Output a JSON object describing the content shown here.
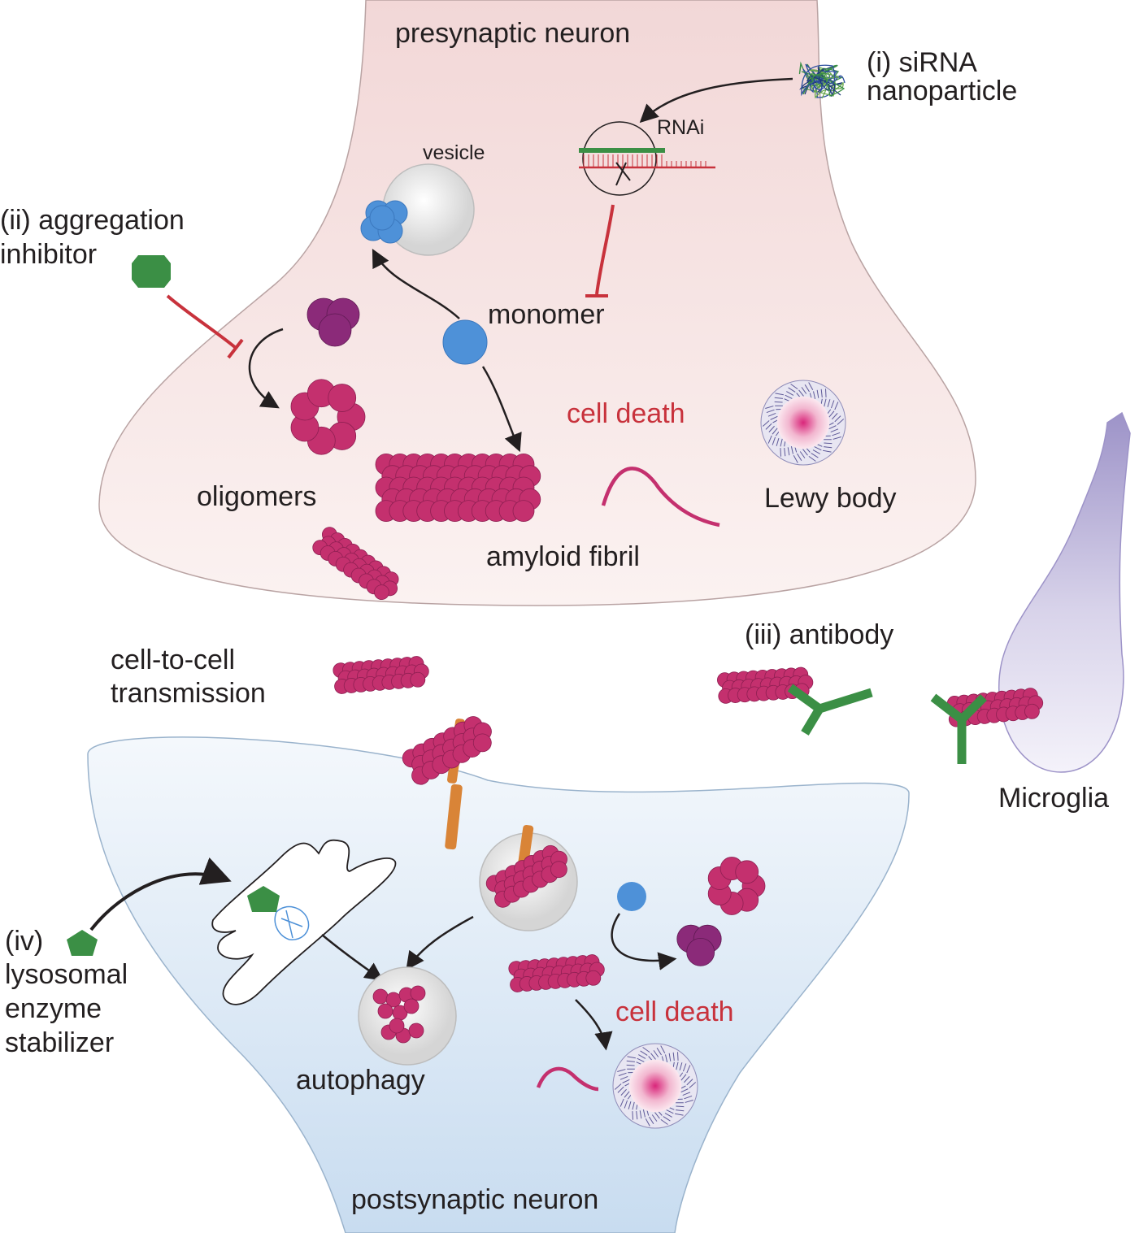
{
  "labels": {
    "presynaptic": "presynaptic neuron",
    "postsynaptic": "postsynaptic neuron",
    "sirna_line1": "(i) siRNA",
    "sirna_line2": "nanoparticle",
    "rnai": "RNAi",
    "vesicle": "vesicle",
    "aggregation_line1": "(ii) aggregation",
    "aggregation_line2": "inhibitor",
    "monomer": "monomer",
    "cell_death_top": "cell death",
    "oligomers": "oligomers",
    "lewy_body": "Lewy body",
    "amyloid_fibril": "amyloid fibril",
    "transmission_line1": "cell-to-cell",
    "transmission_line2": "transmission",
    "antibody": "(iii) antibody",
    "microglia": "Microglia",
    "lysosomal_line1": "(iv)",
    "lysosomal_line2": "lysosomal",
    "lysosomal_line3": "enzyme",
    "lysosomal_line4": "stabilizer",
    "autophagy": "autophagy",
    "cell_death_bottom": "cell death"
  },
  "colors": {
    "presynaptic_fill": "#f2d7d7",
    "postsynaptic_fill": "#cfe0f1",
    "microglia_fill": "#9d93c8",
    "aggregate": "#c4306e",
    "monomer": "#4e91d8",
    "oligomer_purple": "#8b2a79",
    "inhibitor_green": "#3b8f45",
    "inhibition_red": "#c8323c",
    "receptor_orange": "#d98437"
  },
  "icons": [
    "sirna-nanoparticle-icon",
    "vesicle-icon",
    "monomer-icon",
    "oligomer-icon",
    "fibril-icon",
    "lewy-body-icon",
    "antibody-icon",
    "inhibitor-icon",
    "lysosome-icon",
    "autophagosome-icon",
    "receptor-icon"
  ]
}
